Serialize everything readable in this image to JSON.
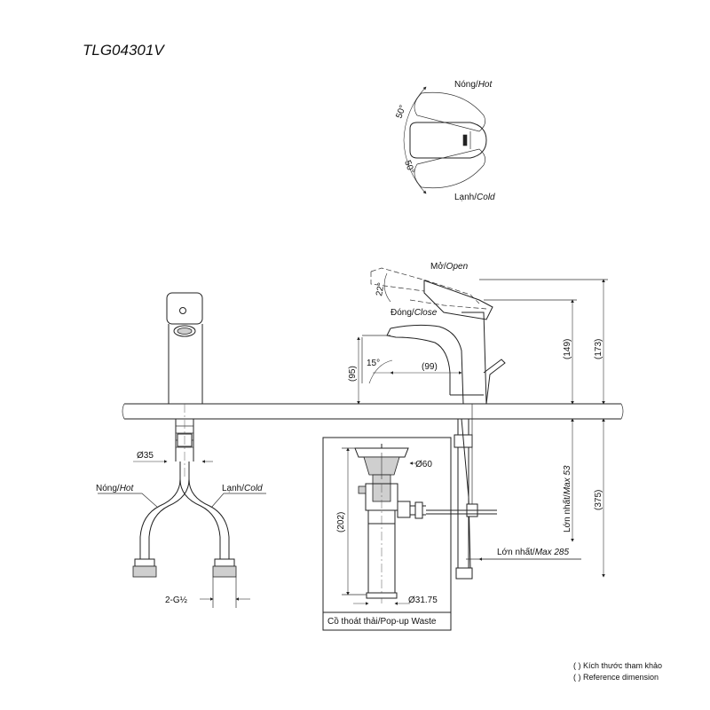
{
  "title": "TLG04301V",
  "handle_view": {
    "hot_label": "Nóng/",
    "hot_label_en": "Hot",
    "cold_label": "Lạnh/",
    "cold_label_en": "Cold",
    "angle_hot": "50°",
    "angle_cold": "50°"
  },
  "side_view": {
    "open_label": "Mở/",
    "open_label_en": "Open",
    "close_label": "Đóng/",
    "close_label_en": "Close",
    "angle_lever": "22°",
    "angle_spout": "15°",
    "dim_95": "(95)",
    "dim_99": "(99)",
    "dim_149": "(149)",
    "dim_173": "(173)",
    "dim_375": "(375)",
    "max53_vn": "Lớn nhất/",
    "max53_en": "Max 53",
    "max285_vn": "Lớn nhất/",
    "max285_en": "Max 285"
  },
  "front_view": {
    "dia35": "Ø35",
    "hot_label": "Nóng/",
    "hot_label_en": "Hot",
    "cold_label": "Lạnh/",
    "cold_label_en": "Cold",
    "thread": "2-G½"
  },
  "waste": {
    "dia60": "Ø60",
    "dim_202": "(202)",
    "dia3175": "Ø31.75",
    "caption": "Cồ thoát thải/Pop-up Waste"
  },
  "notes": [
    "( ) Kích thước tham khảo",
    "( ) Reference dimension"
  ]
}
